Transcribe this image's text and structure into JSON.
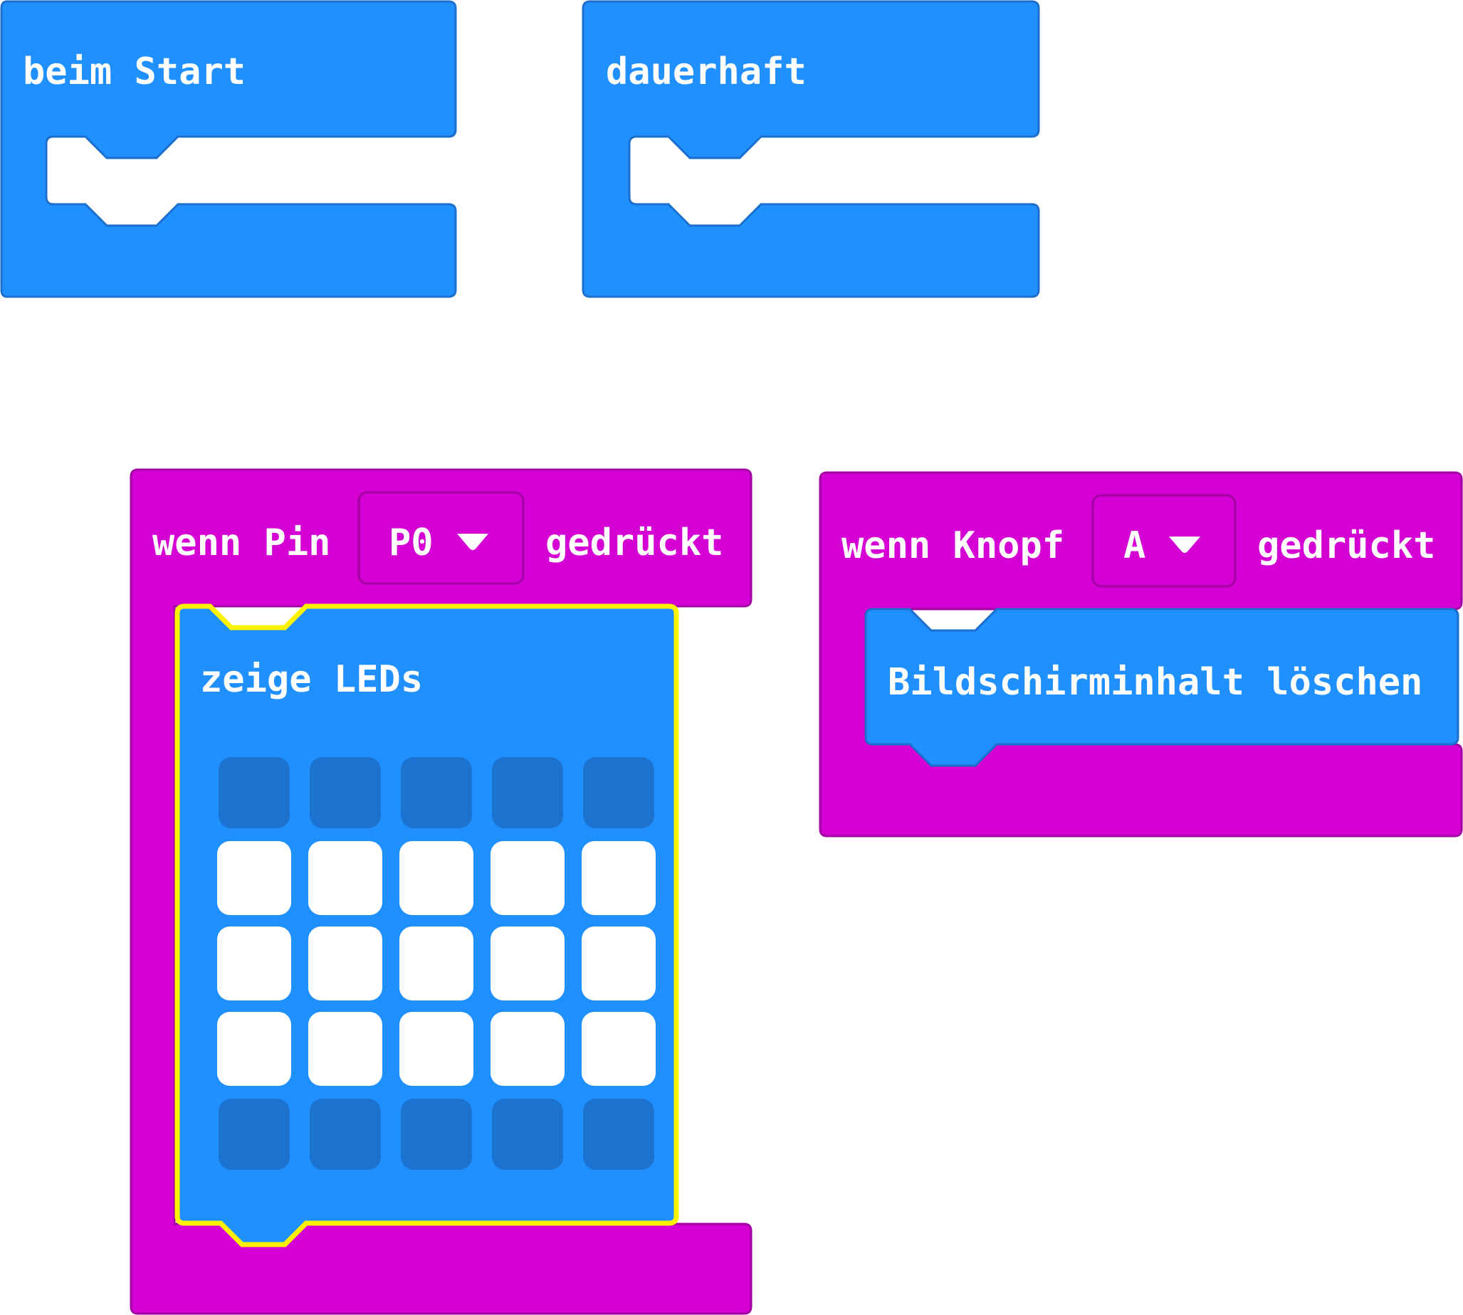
{
  "blocks": {
    "on_start": {
      "label": "beim Start",
      "color": "#2190FF",
      "border": "#1C6FCC"
    },
    "forever": {
      "label": "dauerhaft",
      "color": "#2190FF",
      "border": "#1C6FCC"
    },
    "on_pin_pressed": {
      "label_prefix": "wenn Pin",
      "pin_value": "P0",
      "label_suffix": "gedrückt",
      "color": "#D400D4",
      "border": "#A300A3",
      "dropdown_icon": "triangle-down-icon"
    },
    "show_leds": {
      "label": "zeige LEDs",
      "color": "#2190FF",
      "selected_outline": "#FFF200",
      "led_on_color": "#FFFFFF",
      "led_off_color": "#1C73CF",
      "leds": [
        [
          0,
          0,
          0,
          0,
          0
        ],
        [
          1,
          1,
          1,
          1,
          1
        ],
        [
          1,
          1,
          1,
          1,
          1
        ],
        [
          1,
          1,
          1,
          1,
          1
        ],
        [
          0,
          0,
          0,
          0,
          0
        ]
      ]
    },
    "on_button_pressed": {
      "label_prefix": "wenn Knopf",
      "button_value": "A",
      "label_suffix": "gedrückt",
      "color": "#D400D4",
      "border": "#A300A3",
      "dropdown_icon": "triangle-down-icon"
    },
    "clear_screen": {
      "label": "Bildschirminhalt löschen",
      "color": "#2190FF",
      "border": "#1C6FCC"
    }
  }
}
